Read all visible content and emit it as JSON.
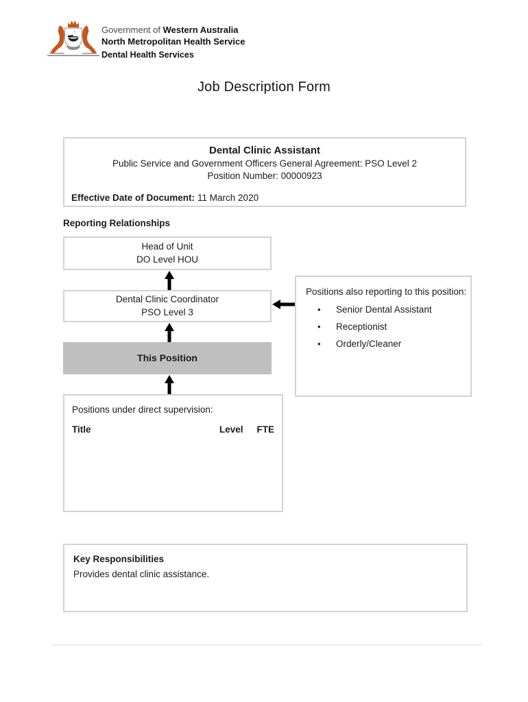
{
  "header": {
    "logo": {
      "crest_icon": "wa-coat-of-arms",
      "line1_regular": "Government of ",
      "line1_bold": "Western Australia",
      "line2": "North Metropolitan Health Service",
      "line3": "Dental Health Services"
    }
  },
  "doc_title": "Job Description Form",
  "position_box": {
    "title": "Dental Clinic Assistant",
    "agreement": "Public Service and Government Officers General Agreement: PSO Level 2",
    "position_number": "Position Number: 00000923",
    "effective_date_label": "Effective Date of Document:",
    "effective_date_value": "11 March 2020"
  },
  "reporting": {
    "heading": "Reporting Relationships",
    "head_of_unit": {
      "line1": "Head of Unit",
      "line2": "DO Level HOU"
    },
    "coordinator": {
      "line1": "Dental Clinic Coordinator",
      "line2": "PSO Level 3"
    },
    "this_position": "This Position",
    "also_reporting": {
      "label": "Positions also reporting to this position:",
      "bullet": "•",
      "items": [
        "Senior Dental Assistant",
        "Receptionist",
        "Orderly/Cleaner"
      ]
    },
    "supervision": {
      "label": "Positions under direct supervision:",
      "columns": [
        "Title",
        "Level",
        "FTE"
      ]
    }
  },
  "key_responsibilities": {
    "heading": "Key Responsibilities",
    "text": "Provides dental clinic assistance."
  },
  "colors": {
    "this_position_bg": "#bfbfbf",
    "box_border": "#d2d2d2",
    "crest_orange": "#c4571f",
    "arrow_black": "#000000",
    "footer_divider": "#f1f1f1"
  }
}
